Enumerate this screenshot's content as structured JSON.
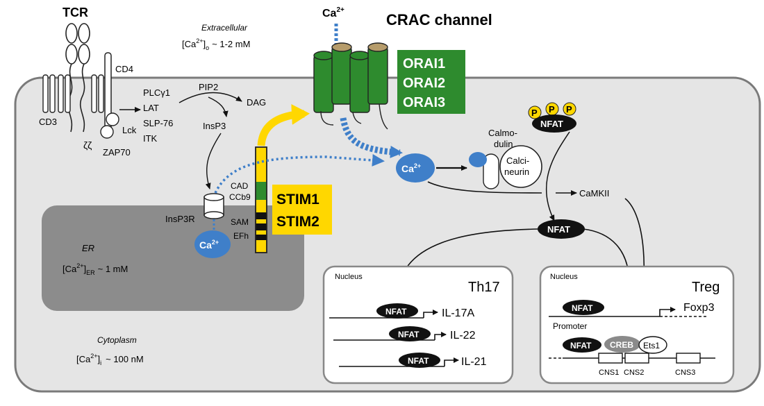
{
  "header": {
    "tcr": "TCR",
    "extracellular": "Extracellular",
    "ca_out_conc": "~ 1-2 mM",
    "ca_top": "Ca",
    "charge": "2+",
    "crac_title": "CRAC channel"
  },
  "receptors": {
    "cd4": "CD4",
    "cd3": "CD3",
    "zeta": "ζζ",
    "zap70": "ZAP70",
    "lck": "Lck",
    "plc": "PLCγ1",
    "lat": "LAT",
    "slp76": "SLP-76",
    "itk": "ITK",
    "pip2": "PIP2",
    "dag": "DAG",
    "insp3": "InsP3",
    "insp3r": "InsP3R"
  },
  "orai": {
    "labels": [
      "ORAI1",
      "ORAI2",
      "ORAI3"
    ],
    "color": "#2e8b2e"
  },
  "stim": {
    "labels": [
      "STIM1",
      "STIM2"
    ],
    "domains": [
      "CAD",
      "CCb9",
      "SAM",
      "EFh"
    ],
    "color": "#ffd700"
  },
  "er": {
    "label": "ER",
    "conc": "~ 1 mM"
  },
  "cytoplasm": {
    "label": "Cytoplasm",
    "conc": "~ 100 nM"
  },
  "ca_ion_label": "Ca",
  "signaling": {
    "calmodulin": "Calmo-dulin",
    "calcineurin": "Calci-neurin",
    "camkii": "CaMKII",
    "nfat": "NFAT",
    "phospho": "P"
  },
  "th17": {
    "nucleus": "Nucleus",
    "title": "Th17",
    "genes": [
      "IL-17A",
      "IL-22",
      "IL-21"
    ]
  },
  "treg": {
    "nucleus": "Nucleus",
    "title": "Treg",
    "gene": "Foxp3",
    "promoter": "Promoter",
    "creb": "CREB",
    "ets1": "Ets1",
    "cns": [
      "CNS1",
      "CNS2",
      "CNS3"
    ]
  },
  "colors": {
    "calcium_blue": "#3f7fc9",
    "cell_gray": "#e5e5e5",
    "er_gray": "#8c8c8c"
  }
}
